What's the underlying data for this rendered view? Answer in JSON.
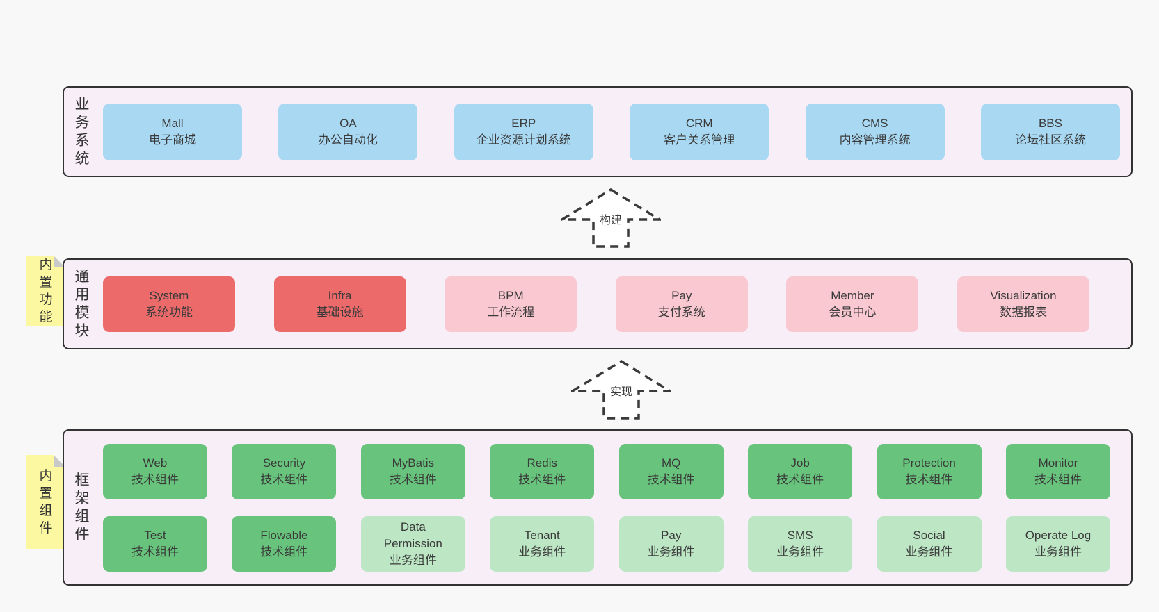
{
  "diagram": {
    "background": "#f8f8f8",
    "text_color": "#3a3a3a"
  },
  "colors": {
    "container_bg": "#f8eef7",
    "container_border": "#333333",
    "blue_box": "#a9d8f2",
    "red_box": "#ed6a6b",
    "pink_box": "#f9c8d0",
    "green_box": "#68c47c",
    "light_green_box": "#bce6c4",
    "sticky_bg": "#fbf8a1",
    "sticky_fold": "#c9c9c9",
    "arrow_fill": "#ffffff",
    "arrow_stroke": "#3a3a3a"
  },
  "layers": [
    {
      "id": "business-systems",
      "label": "业务系统",
      "boxes": [
        {
          "title": "Mall",
          "subtitle": "电子商城"
        },
        {
          "title": "OA",
          "subtitle": "办公自动化"
        },
        {
          "title": "ERP",
          "subtitle": "企业资源计划系统"
        },
        {
          "title": "CRM",
          "subtitle": "客户关系管理"
        },
        {
          "title": "CMS",
          "subtitle": "内容管理系统"
        },
        {
          "title": "BBS",
          "subtitle": "论坛社区系统"
        }
      ]
    },
    {
      "id": "common-modules",
      "label": "通用模块",
      "sticky": "内置功能",
      "boxes": [
        {
          "title": "System",
          "subtitle": "系统功能",
          "emphasis": "strong"
        },
        {
          "title": "Infra",
          "subtitle": "基础设施",
          "emphasis": "strong"
        },
        {
          "title": "BPM",
          "subtitle": "工作流程",
          "emphasis": "light"
        },
        {
          "title": "Pay",
          "subtitle": "支付系统",
          "emphasis": "light"
        },
        {
          "title": "Member",
          "subtitle": "会员中心",
          "emphasis": "light"
        },
        {
          "title": "Visualization",
          "subtitle": "数据报表",
          "emphasis": "light"
        }
      ]
    },
    {
      "id": "framework-components",
      "label": "框架组件",
      "sticky": "内置组件",
      "rows": [
        [
          {
            "title": "Web",
            "subtitle": "技术组件"
          },
          {
            "title": "Security",
            "subtitle": "技术组件"
          },
          {
            "title": "MyBatis",
            "subtitle": "技术组件"
          },
          {
            "title": "Redis",
            "subtitle": "技术组件"
          },
          {
            "title": "MQ",
            "subtitle": "技术组件"
          },
          {
            "title": "Job",
            "subtitle": "技术组件"
          },
          {
            "title": "Protection",
            "subtitle": "技术组件"
          },
          {
            "title": "Monitor",
            "subtitle": "技术组件"
          }
        ],
        [
          {
            "title": "Test",
            "subtitle": "技术组件"
          },
          {
            "title": "Flowable",
            "subtitle": "技术组件"
          },
          {
            "title": "Data Permission",
            "subtitle": "业务组件"
          },
          {
            "title": "Tenant",
            "subtitle": "业务组件"
          },
          {
            "title": "Pay",
            "subtitle": "业务组件"
          },
          {
            "title": "SMS",
            "subtitle": "业务组件"
          },
          {
            "title": "Social",
            "subtitle": "业务组件"
          },
          {
            "title": "Operate Log",
            "subtitle": "业务组件"
          }
        ]
      ]
    }
  ],
  "arrows": [
    {
      "label": "构建"
    },
    {
      "label": "实现"
    }
  ]
}
